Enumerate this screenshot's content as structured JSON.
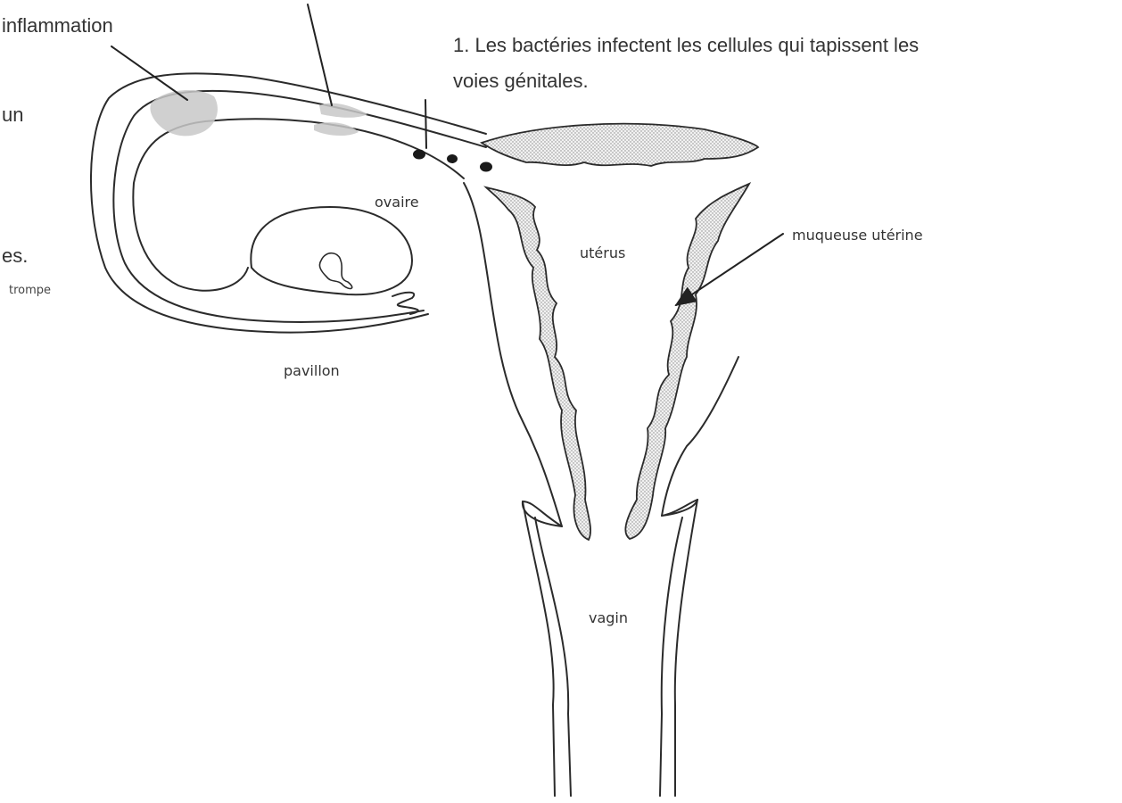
{
  "labels": {
    "inflammation": "inflammation",
    "fragment_un": "un",
    "fragment_es": "es.",
    "trompe": "trompe",
    "ovaire": "ovaire",
    "uterus": "utérus",
    "pavillon": "pavillon",
    "muqueuse": "muqueuse utérine",
    "vagin": "vagin"
  },
  "caption": {
    "line1": "1. Les bactéries infectent les cellules qui tapissent les",
    "line2": "voies génitales."
  },
  "colors": {
    "ink": "#2b2b2b",
    "stipple": "#e4e4e4",
    "inflammation_shade": "#c8c8c8"
  }
}
